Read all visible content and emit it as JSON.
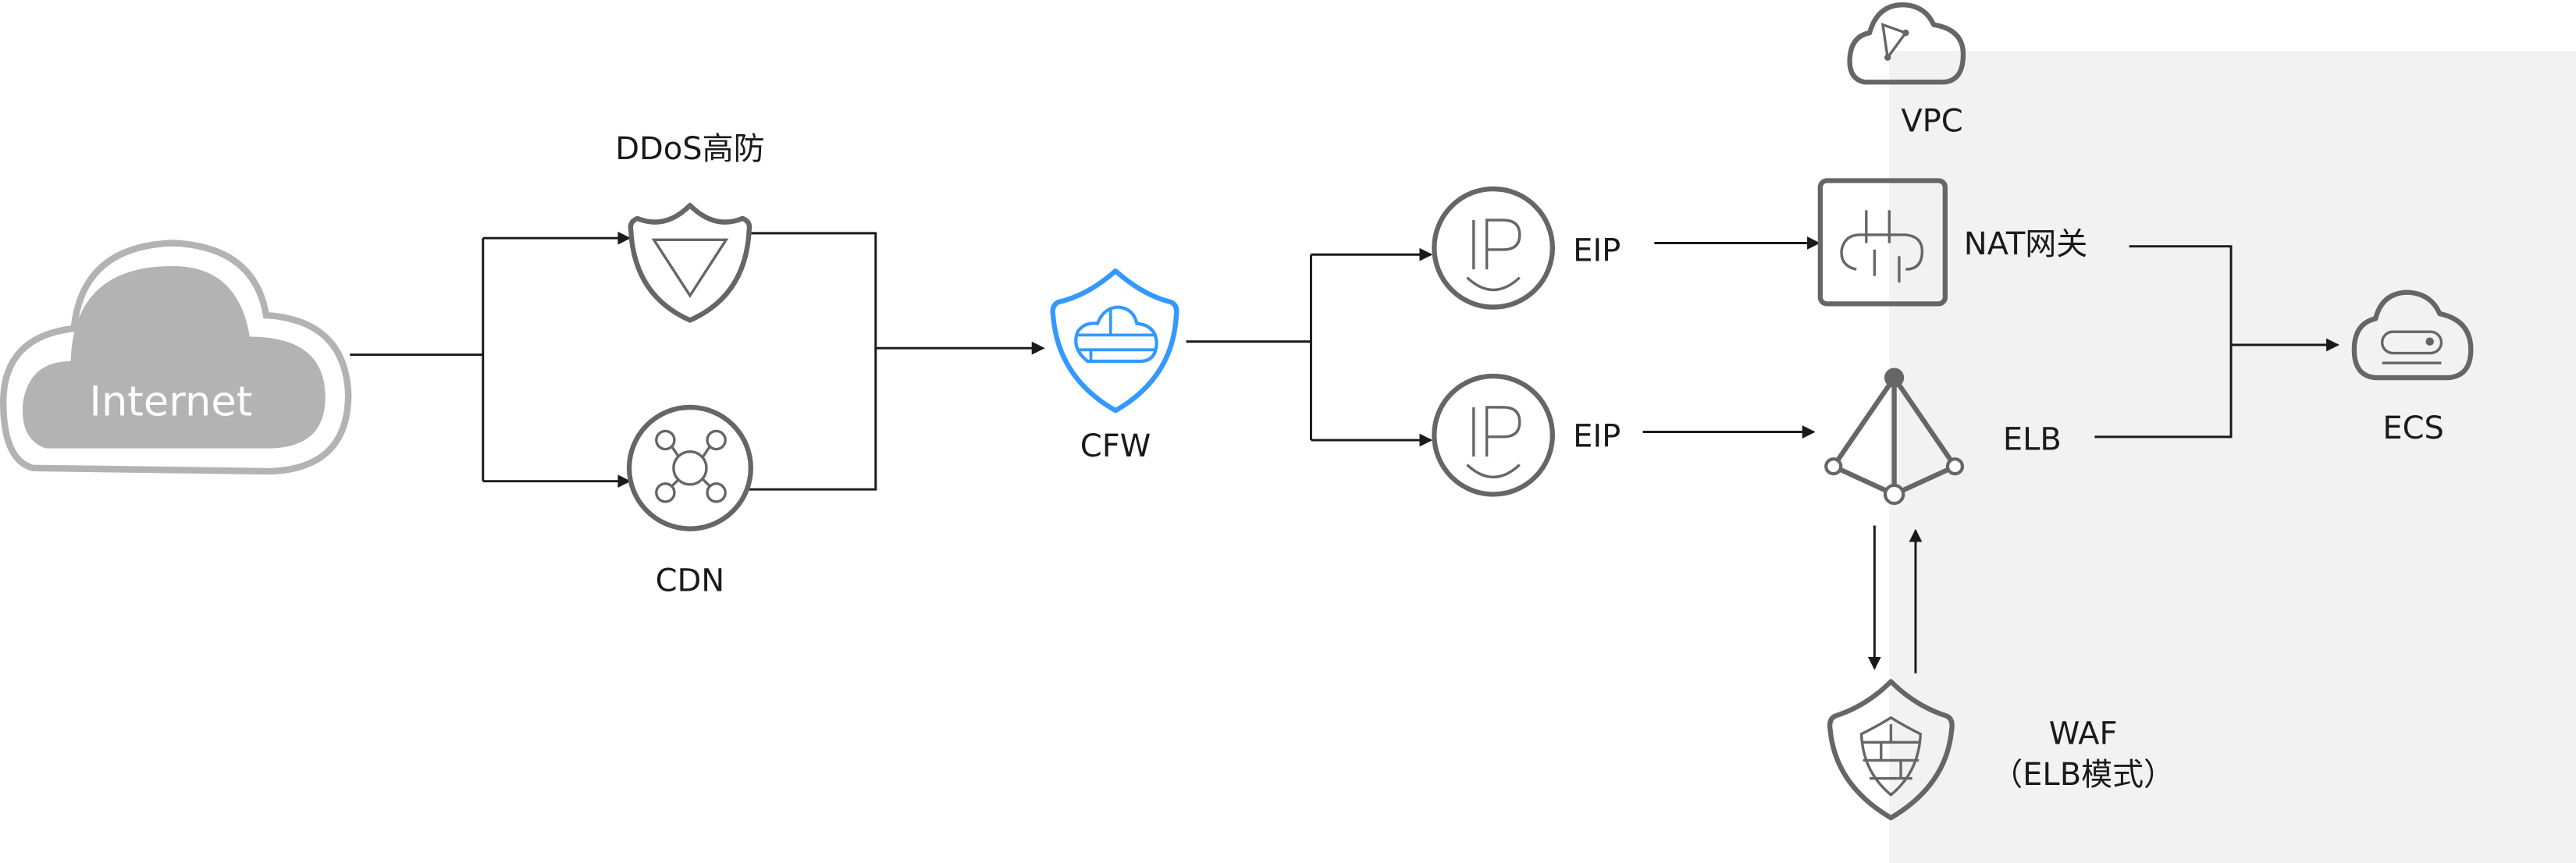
{
  "nodes": {
    "internet": {
      "label": "Internet"
    },
    "ddos": {
      "label": "DDoS高防"
    },
    "cdn": {
      "label": "CDN"
    },
    "cfw": {
      "label": "CFW"
    },
    "eip1": {
      "label": "EIP"
    },
    "eip2": {
      "label": "EIP"
    },
    "vpc": {
      "label": "VPC"
    },
    "nat": {
      "label": "NAT网关"
    },
    "elb": {
      "label": "ELB"
    },
    "ecs": {
      "label": "ECS"
    },
    "waf": {
      "label": "WAF",
      "sublabel": "（ELB模式）"
    }
  },
  "colors": {
    "cfw_accent": "#3399ff",
    "icon_gray": "#666666",
    "vpc_zone": "#f2f2f2",
    "internet_gray": "#b3b3b3"
  }
}
